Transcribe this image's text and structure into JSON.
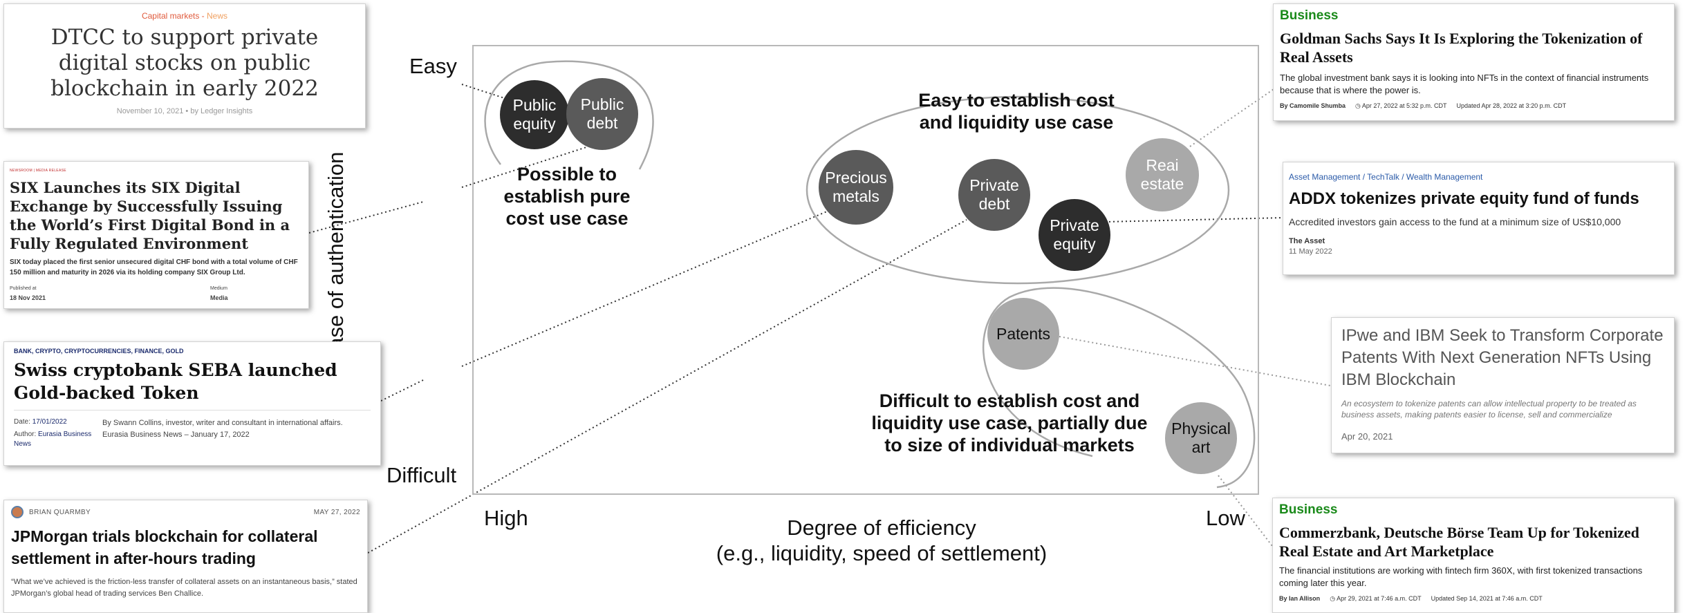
{
  "axes": {
    "y_label": "Ease of authentication",
    "y_top": "Easy",
    "y_bottom": "Difficult",
    "x_label_line1": "Degree of efficiency",
    "x_label_line2": "(e.g., liquidity, speed of settlement)",
    "x_left": "High",
    "x_right": "Low"
  },
  "groups": {
    "pure": [
      "Possible to",
      "establish pure",
      "cost use case"
    ],
    "liquidity": [
      "Easy to establish cost",
      "and liquidity use case"
    ],
    "difficult": [
      "Difficult to establish cost and",
      "liquidity use case, partially due",
      "to size of individual markets"
    ]
  },
  "bubbles": {
    "public_equity": [
      "Public",
      "equity"
    ],
    "public_debt": [
      "Public",
      "debt"
    ],
    "precious_metals": [
      "Precious",
      "metals"
    ],
    "private_debt": [
      "Private",
      "debt"
    ],
    "private_equity": [
      "Private",
      "equity"
    ],
    "real_estate": [
      "Reai",
      "estate"
    ],
    "patents": [
      "Patents"
    ],
    "physical_art": [
      "Physical",
      "art"
    ]
  },
  "colors": {
    "dark": "#2d2d2d",
    "mid": "#5a5a5a",
    "light": "#a9a9a9",
    "business_green": "#1a8a1a",
    "dtcc_red": "#e05a3c"
  },
  "cards": {
    "dtcc": {
      "category": "Capital markets",
      "sep": " - ",
      "tag": "News",
      "title": "DTCC to support private digital stocks on public blockchain in early 2022",
      "meta": "November 10, 2021 • by Ledger Insights"
    },
    "six": {
      "kicker": "NEWSROOM | MEDIA RELEASE",
      "title": "SIX Launches its SIX Digital Exchange by Successfully Issuing the World’s First Digital Bond in a Fully Regulated Environment",
      "body": "SIX today placed the first senior unsecured digital CHF bond with a total volume of CHF 150 million and maturity in 2026 via its holding company SIX Group Ltd.",
      "pub_label": "Published at",
      "pub_value": "18 Nov 2021",
      "medium_label": "Medium",
      "medium_value": "Media"
    },
    "seba": {
      "tags": "BANK, CRYPTO, CRYPTOCURRENCIES, FINANCE, GOLD",
      "title": "Swiss cryptobank SEBA launched Gold-backed Token",
      "date_label": "Date:",
      "date_value": "17/01/2022",
      "author_label": "Author:",
      "author_value": "Eurasia Business News",
      "byline": "By Swann Collins, investor, writer and consultant in international affairs. Eurasia Business News – January 17, 2022"
    },
    "jpm": {
      "author": "BRIAN QUARMBY",
      "date": "MAY 27, 2022",
      "title": "JPMorgan trials blockchain for collateral settlement in after-hours trading",
      "quote": "“What we’ve achieved is the friction-less transfer of collateral assets on an instantaneous basis,” stated JPMorgan’s global head of trading services Ben Challice."
    },
    "goldman": {
      "section": "Business",
      "title": "Goldman Sachs Says It Is Exploring the Tokenization of Real Assets",
      "body": "The global investment bank says it is looking into NFTs in the context of financial instruments because that is where the power is.",
      "byline": "By Camomile Shumba",
      "time": "Apr 27, 2022 at 5:32 p.m. CDT",
      "updated": "Updated Apr 28, 2022 at 3:20 p.m. CDT"
    },
    "addx": {
      "crumbs": "Asset Management / TechTalk / Wealth Management",
      "title": "ADDX tokenizes private equity fund of funds",
      "body": "Accredited investors gain access to the fund at a minimum size of US$10,000",
      "source": "The Asset",
      "date": "11 May 2022"
    },
    "ipwe": {
      "title": "IPwe and IBM Seek to Transform Corporate Patents With Next Generation NFTs Using IBM Blockchain",
      "body": "An ecosystem to tokenize patents can allow intellectual property to be treated as business assets, making patents easier to license, sell and commercialize",
      "date": "Apr 20, 2021"
    },
    "commerz": {
      "section": "Business",
      "title": "Commerzbank, Deutsche Börse Team Up for Tokenized Real Estate and Art Marketplace",
      "body": "The financial institutions are working with fintech firm 360X, with first tokenized transactions coming later this year.",
      "byline": "By Ian Allison",
      "time": "Apr 29, 2021 at 7:46 a.m. CDT",
      "updated": "Updated Sep 14, 2021 at 7:46 a.m. CDT"
    }
  }
}
